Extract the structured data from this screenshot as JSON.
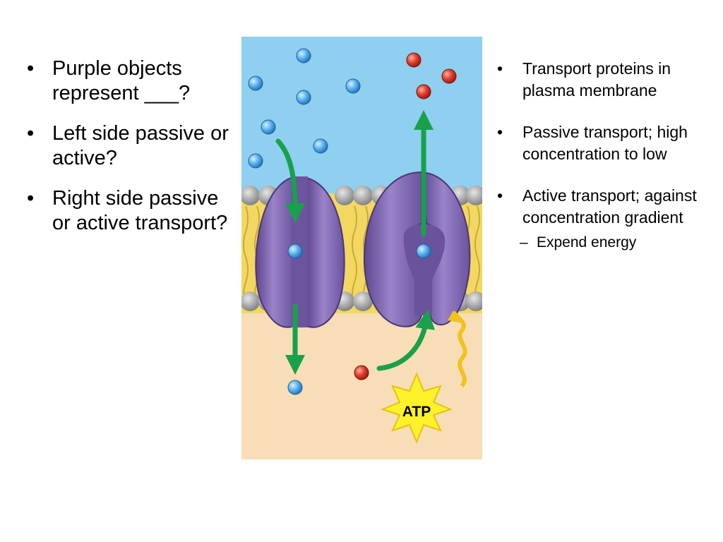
{
  "left_bullets": [
    "Purple objects represent ___?",
    "Left side passive or active?",
    "Right side passive or active transport?"
  ],
  "right_bullets": [
    {
      "text": "Transport proteins in plasma membrane"
    },
    {
      "text": "Passive transport; high concentration to low"
    },
    {
      "text": "Active transport; against concentration gradient",
      "sub": [
        "Expend energy"
      ]
    }
  ],
  "diagram": {
    "atp_label": "ATP",
    "colors": {
      "extracellular": "#8fcff0",
      "cytoplasm": "#f7deb6",
      "membrane_core": "#f2d860",
      "phospholipid_head": "#9a9a9a",
      "protein": "#7e63ae",
      "arrow": "#1aa04a",
      "blue_molecule": "#3b9be0",
      "red_molecule": "#d42b24",
      "atp_burst": "#fff22a"
    }
  }
}
